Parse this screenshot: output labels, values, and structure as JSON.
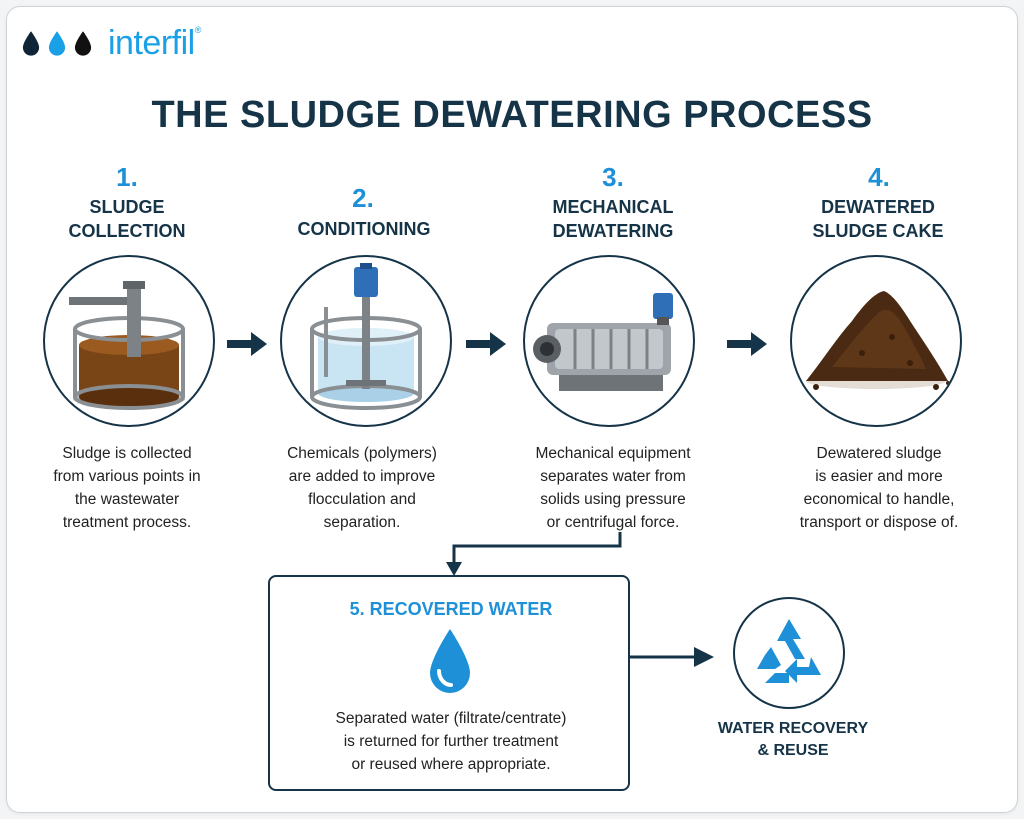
{
  "brand": {
    "name": "interfil",
    "reg": "®"
  },
  "title": "THE SLUDGE DEWATERING PROCESS",
  "steps": [
    {
      "num": "1.",
      "title_line1": "SLUDGE",
      "title_line2": "COLLECTION",
      "desc": [
        "Sludge is collected",
        "from various points in",
        "the wastewater",
        "treatment process."
      ]
    },
    {
      "num": "2.",
      "title_line1": "CONDITIONING",
      "title_line2": "",
      "desc": [
        "Chemicals (polymers)",
        "are added to improve",
        "flocculation and",
        "separation."
      ]
    },
    {
      "num": "3.",
      "title_line1": "MECHANICAL",
      "title_line2": "DEWATERING",
      "desc": [
        "Mechanical equipment",
        "separates water from",
        "solids using pressure",
        "or centrifugal force."
      ]
    },
    {
      "num": "4.",
      "title_line1": "DEWATERED",
      "title_line2": "SLUDGE CAKE",
      "desc": [
        "Dewatered sludge",
        "is easier and more",
        "economical to handle,",
        "transport or dispose of."
      ]
    }
  ],
  "recovered": {
    "title": "5. RECOVERED WATER",
    "desc": [
      "Separated water (filtrate/centrate)",
      "is returned for further treatment",
      "or reused where appropriate."
    ]
  },
  "reuse": {
    "line1": "WATER RECOVERY",
    "line2": "& REUSE"
  },
  "colors": {
    "navy": "#163448",
    "blue": "#1e90d8",
    "sludge": "#6b3a14"
  },
  "icons": [
    "water-drop-icon",
    "recycle-icon",
    "arrow-right-icon"
  ]
}
